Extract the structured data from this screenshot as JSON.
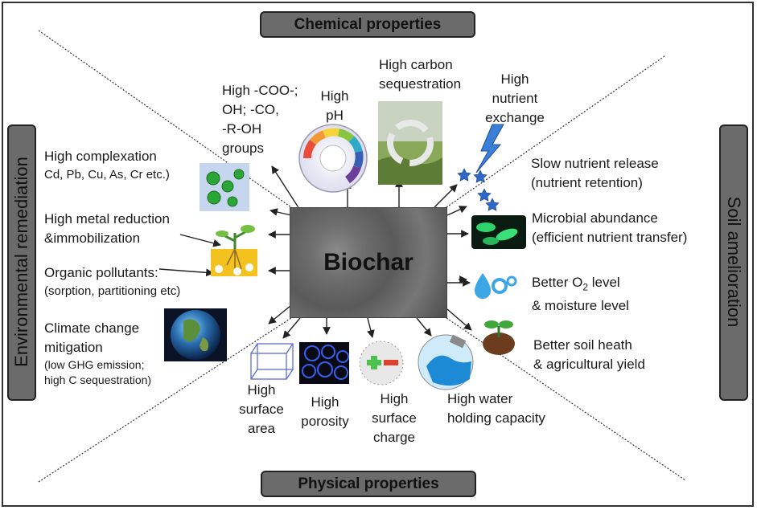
{
  "center": "Biochar",
  "headers": {
    "top": "Chemical properties",
    "bottom": "Physical properties",
    "left": "Environmental remediation",
    "right": "Soil amelioration"
  },
  "chemical": {
    "cooh": [
      "High -COO-;",
      "OH; -CO,",
      "-R-OH",
      "groups"
    ],
    "ph": [
      "High",
      "pH"
    ],
    "carbon": [
      "High carbon",
      "sequestration"
    ],
    "nutrient": [
      "High",
      "nutrient",
      "exchange"
    ]
  },
  "soil": {
    "slow_release": [
      "Slow nutrient release",
      "(nutrient retention)"
    ],
    "microbial": [
      "Microbial abundance",
      "(efficient nutrient transfer)"
    ],
    "o2": [
      "Better O",
      "2",
      " level",
      "& moisture level"
    ],
    "soil_health": [
      "Better soil heath",
      "& agricultural yield"
    ]
  },
  "environmental": {
    "complexation": [
      "High complexation",
      "Cd, Pb, Cu, As, Cr etc.)"
    ],
    "metal": [
      "High metal reduction",
      "&immobilization"
    ],
    "organic": [
      "Organic pollutants:",
      "(sorption, partitioning etc)"
    ],
    "climate": [
      "Climate change",
      "mitigation",
      "(low GHG emission;",
      "high C sequestration)"
    ]
  },
  "physical": {
    "area": [
      "High",
      "surface",
      "area"
    ],
    "porosity": [
      "High",
      "porosity"
    ],
    "charge": [
      "High",
      "surface",
      "charge"
    ],
    "water": [
      "High water",
      "holding capacity"
    ]
  },
  "icons": [
    "molecule-icon",
    "plant-roots-icon",
    "globe-icon",
    "ph-scale-icon",
    "carbon-cycle-icon",
    "lightning-icon",
    "star-icon",
    "microbe-icon",
    "water-drop-icon",
    "seedling-icon",
    "cube-icon",
    "pore-icon",
    "charge-icon",
    "water-flow-icon"
  ]
}
